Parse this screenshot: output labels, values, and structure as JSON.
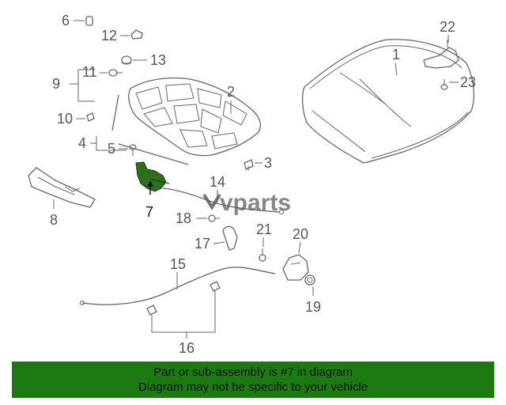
{
  "callouts": {
    "c1": "1",
    "c2": "2",
    "c3": "3",
    "c4": "4",
    "c5": "5",
    "c6": "6",
    "c7": "7",
    "c8": "8",
    "c9": "9",
    "c10": "10",
    "c11": "11",
    "c12": "12",
    "c13": "13",
    "c14": "14",
    "c15": "15",
    "c16": "16",
    "c17": "17",
    "c18": "18",
    "c19": "19",
    "c20": "20",
    "c21": "21",
    "c22": "22",
    "c23": "23"
  },
  "watermark": {
    "text": "vparts"
  },
  "banner": {
    "line1": "Part or sub-assembly is #7 in diagram",
    "line2": "Diagram may not be specific to your vehicle"
  },
  "colors": {
    "highlight_part": "#2e6f1e",
    "banner_bg": "#1d7a12",
    "line_art": "#666666"
  }
}
